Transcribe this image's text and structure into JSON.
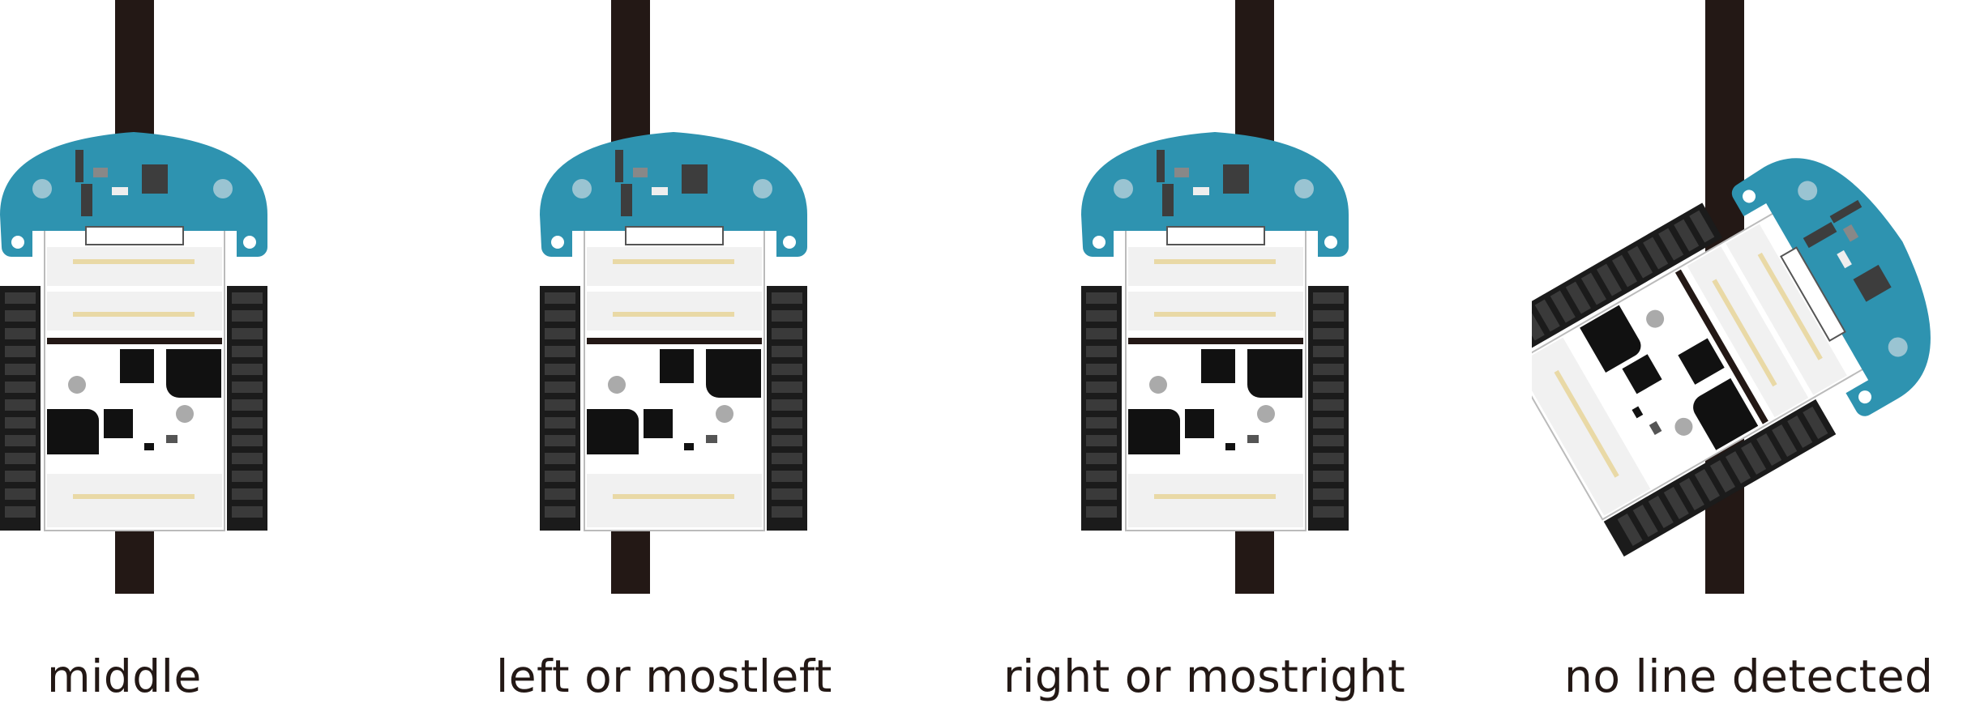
{
  "panels": [
    {
      "id": "middle",
      "caption": "middle",
      "line_offset": "center",
      "robot_rotation_deg": 0
    },
    {
      "id": "left",
      "caption": "left or mostleft",
      "line_offset": "left",
      "robot_rotation_deg": 0
    },
    {
      "id": "right",
      "caption": "right or mostright",
      "line_offset": "right",
      "robot_rotation_deg": 0
    },
    {
      "id": "none",
      "caption": "no line detected",
      "line_offset": "off",
      "robot_rotation_deg": 60
    }
  ],
  "colors": {
    "line": "#231815",
    "sensor_board": "#2e93b0",
    "chassis": "#ffffff",
    "track": "#1a1a1a",
    "led": "#e9d9a6"
  }
}
